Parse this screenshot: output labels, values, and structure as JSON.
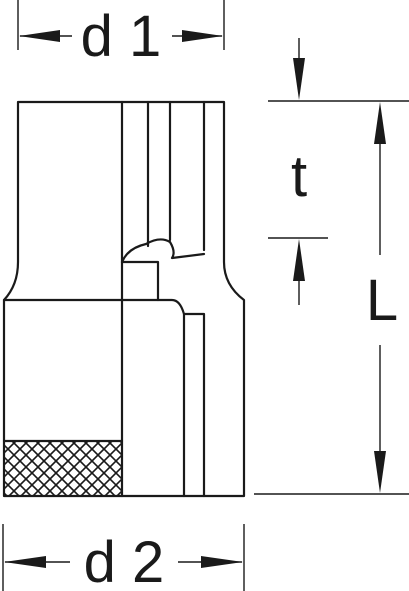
{
  "diagram": {
    "labels": {
      "d1": "d 1",
      "d2": "d 2",
      "t": "t",
      "L": "L"
    },
    "colors": {
      "line": "#1a1a1a",
      "background": "#ffffff"
    }
  }
}
